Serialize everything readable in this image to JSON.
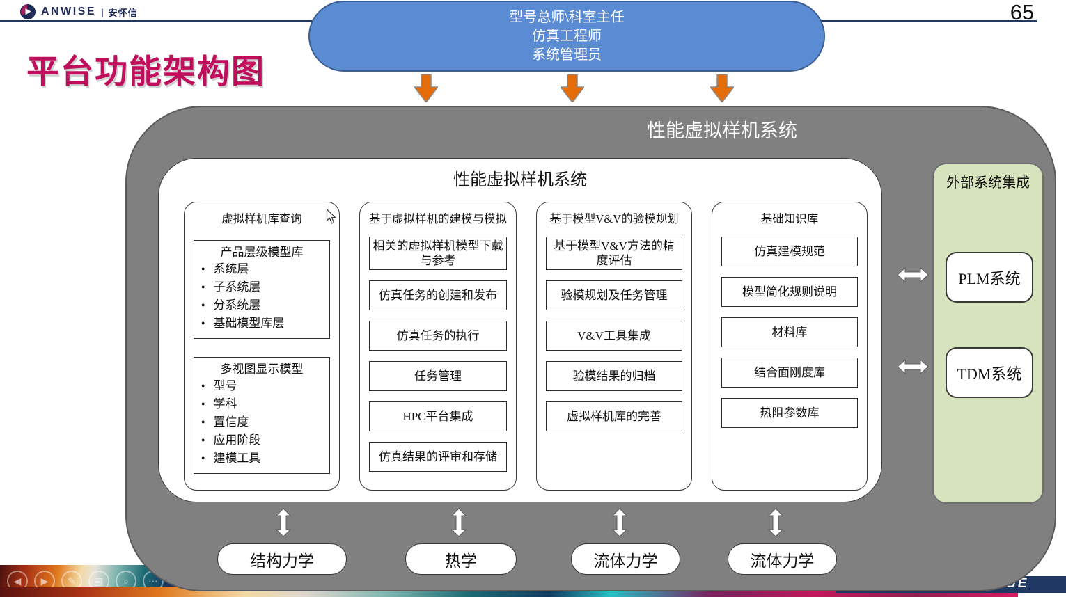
{
  "header": {
    "logo_brand": "ANWISE",
    "logo_divider": "|",
    "logo_cn": "安怀信",
    "page_number": "65"
  },
  "slide_title": "平台功能架构图",
  "roles_bubble": [
    "型号总师\\科室主任",
    "仿真工程师",
    "系统管理员"
  ],
  "system_outer_title": "性能虚拟样机系统",
  "system_inner_title": "性能虚拟样机系统",
  "columns": [
    {
      "header": "虚拟样机库查询",
      "groups": [
        {
          "title": "产品层级模型库",
          "bullets": [
            "系统层",
            "子系统层",
            "分系统层",
            "基础模型库层"
          ]
        },
        {
          "title": "多视图显示模型",
          "bullets": [
            "型号",
            "学科",
            "置信度",
            "应用阶段",
            "建模工具"
          ]
        }
      ]
    },
    {
      "header": "基于虚拟样机的建模与模拟",
      "boxes": [
        "相关的虚拟样机模型下载与参考",
        "仿真任务的创建和发布",
        "仿真任务的执行",
        "任务管理",
        "HPC平台集成",
        "仿真结果的评审和存储"
      ]
    },
    {
      "header": "基于模型V&V的验模规划",
      "boxes": [
        "基于模型V&V方法的精度评估",
        "验模规划及任务管理",
        "V&V工具集成",
        "验模结果的归档",
        "虚拟样机库的完善"
      ]
    },
    {
      "header": "基础知识库",
      "boxes": [
        "仿真建模规范",
        "模型简化规则说明",
        "材料库",
        "结合面刚度库",
        "热阻参数库"
      ]
    }
  ],
  "external_panel": {
    "title": "外部系统集成",
    "systems": [
      "PLM系统",
      "TDM系统"
    ]
  },
  "bottom_disciplines": [
    "结构力学",
    "热学",
    "流体力学",
    "流体力学"
  ],
  "viewer_controls": [
    "prev",
    "play",
    "edit",
    "grid",
    "zoom",
    "more"
  ],
  "footer": {
    "partial_text": "GE"
  },
  "colors": {
    "accent_title": "#C00D5C",
    "bubble_blue": "#5B8BD3",
    "arrow_orange": "#E46D0A",
    "container_gray": "#808080",
    "panel_green": "#D6E3BC",
    "footer_navy": "#1F3864"
  }
}
